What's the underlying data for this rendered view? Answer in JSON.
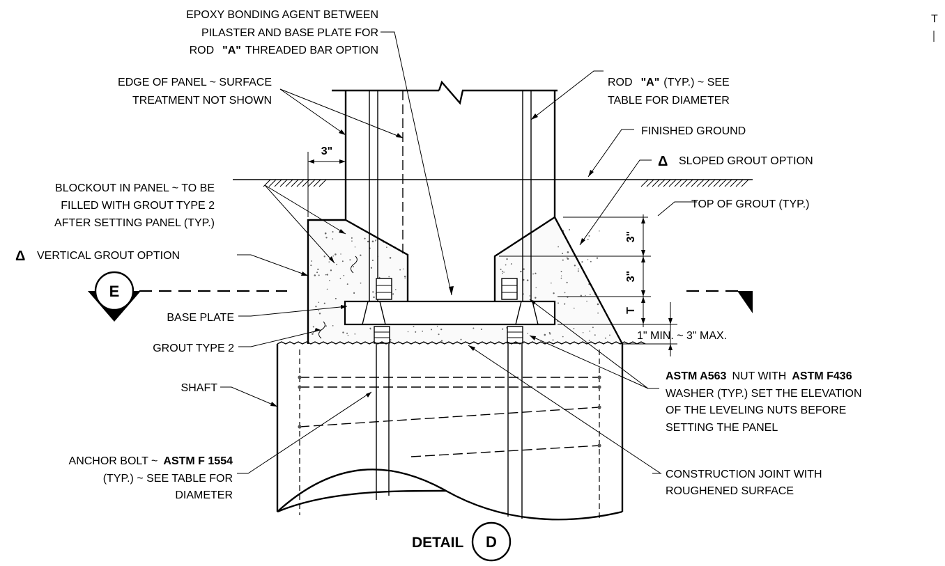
{
  "labels": {
    "epoxy": [
      "EPOXY BONDING AGENT BETWEEN",
      "PILASTER AND BASE PLATE FOR",
      "ROD",
      "\"A\"",
      "THREADED BAR OPTION"
    ],
    "edge_panel": [
      "EDGE OF PANEL ~ SURFACE",
      "TREATMENT NOT SHOWN"
    ],
    "rod_a": [
      "ROD",
      "\"A\"",
      "(TYP.) ~ SEE",
      "TABLE FOR DIAMETER"
    ],
    "finished_ground": "FINISHED GROUND",
    "sloped_grout": "SLOPED GROUT OPTION",
    "top_of_grout": "TOP OF GROUT (TYP.)",
    "blockout": [
      "BLOCKOUT IN PANEL ~ TO BE",
      "FILLED WITH GROUT TYPE 2",
      "AFTER SETTING PANEL (TYP.)"
    ],
    "vertical_grout": "VERTICAL GROUT OPTION",
    "base_plate": "BASE PLATE",
    "grout_type2": "GROUT TYPE 2",
    "shaft": "SHAFT",
    "anchor_bolt": [
      "ANCHOR BOLT ~",
      "ASTM F 1554",
      "(TYP.) ~ SEE TABLE FOR",
      "DIAMETER"
    ],
    "astm_nut": [
      "ASTM A563",
      "NUT WITH",
      "ASTM F436",
      "WASHER (TYP.) SET THE ELEVATION",
      "OF THE LEVELING NUTS BEFORE",
      "SETTING THE PANEL"
    ],
    "construction_joint": [
      "CONSTRUCTION JOINT WITH",
      "ROUGHENED SURFACE"
    ],
    "min_max": "1\" MIN. ~ 3\" MAX.",
    "delta": "Δ"
  },
  "dimensions": {
    "three_in_horiz": "3\"",
    "three_in_upper": "3\"",
    "three_in_lower": "3\"",
    "t": "T"
  },
  "section_marker": "E",
  "detail": {
    "prefix": "DETAIL",
    "letter": "D"
  },
  "edge_text": "T"
}
